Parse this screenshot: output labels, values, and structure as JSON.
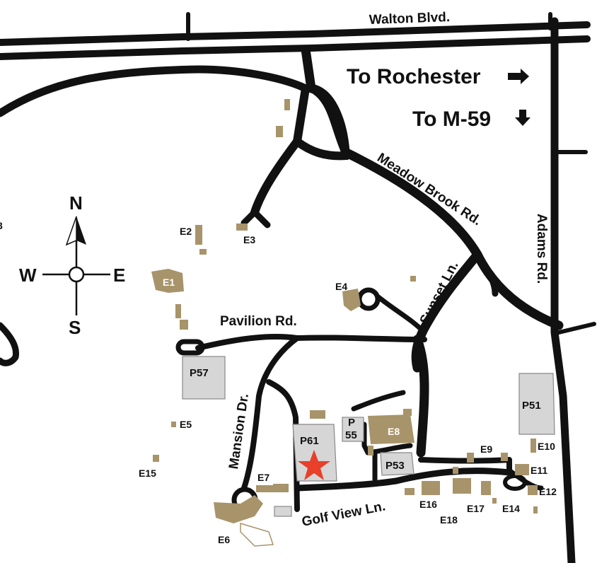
{
  "roads": {
    "walton": "Walton Blvd.",
    "meadow_brook": "Meadow Brook Rd.",
    "adams": "Adams Rd.",
    "sunset": "Sunset Ln.",
    "pavilion": "Pavilion Rd.",
    "mansion": "Mansion Dr.",
    "golf_view": "Golf View Ln."
  },
  "directions": {
    "rochester": "To Rochester",
    "m59": "To M-59"
  },
  "compass": {
    "n": "N",
    "s": "S",
    "e": "E",
    "w": "W"
  },
  "lots": {
    "p57": "P57",
    "p61": "P61",
    "p55a": "P",
    "p55b": "55",
    "p53": "P53",
    "p51": "P51"
  },
  "buildings": {
    "e1": "E1",
    "e2": "E2",
    "e3": "E3",
    "e4": "E4",
    "e5": "E5",
    "e6": "E6",
    "e7": "E7",
    "e8": "E8",
    "e9": "E9",
    "e10": "E10",
    "e11": "E11",
    "e12": "E12",
    "e14": "E14",
    "e15": "E15",
    "e16": "E16",
    "e17": "E17",
    "e18": "E18"
  },
  "edge_fragment": "3",
  "colors": {
    "building": "#a8946a",
    "parking": "#d6d6d6",
    "road": "#111111",
    "star": "#e8402a"
  }
}
